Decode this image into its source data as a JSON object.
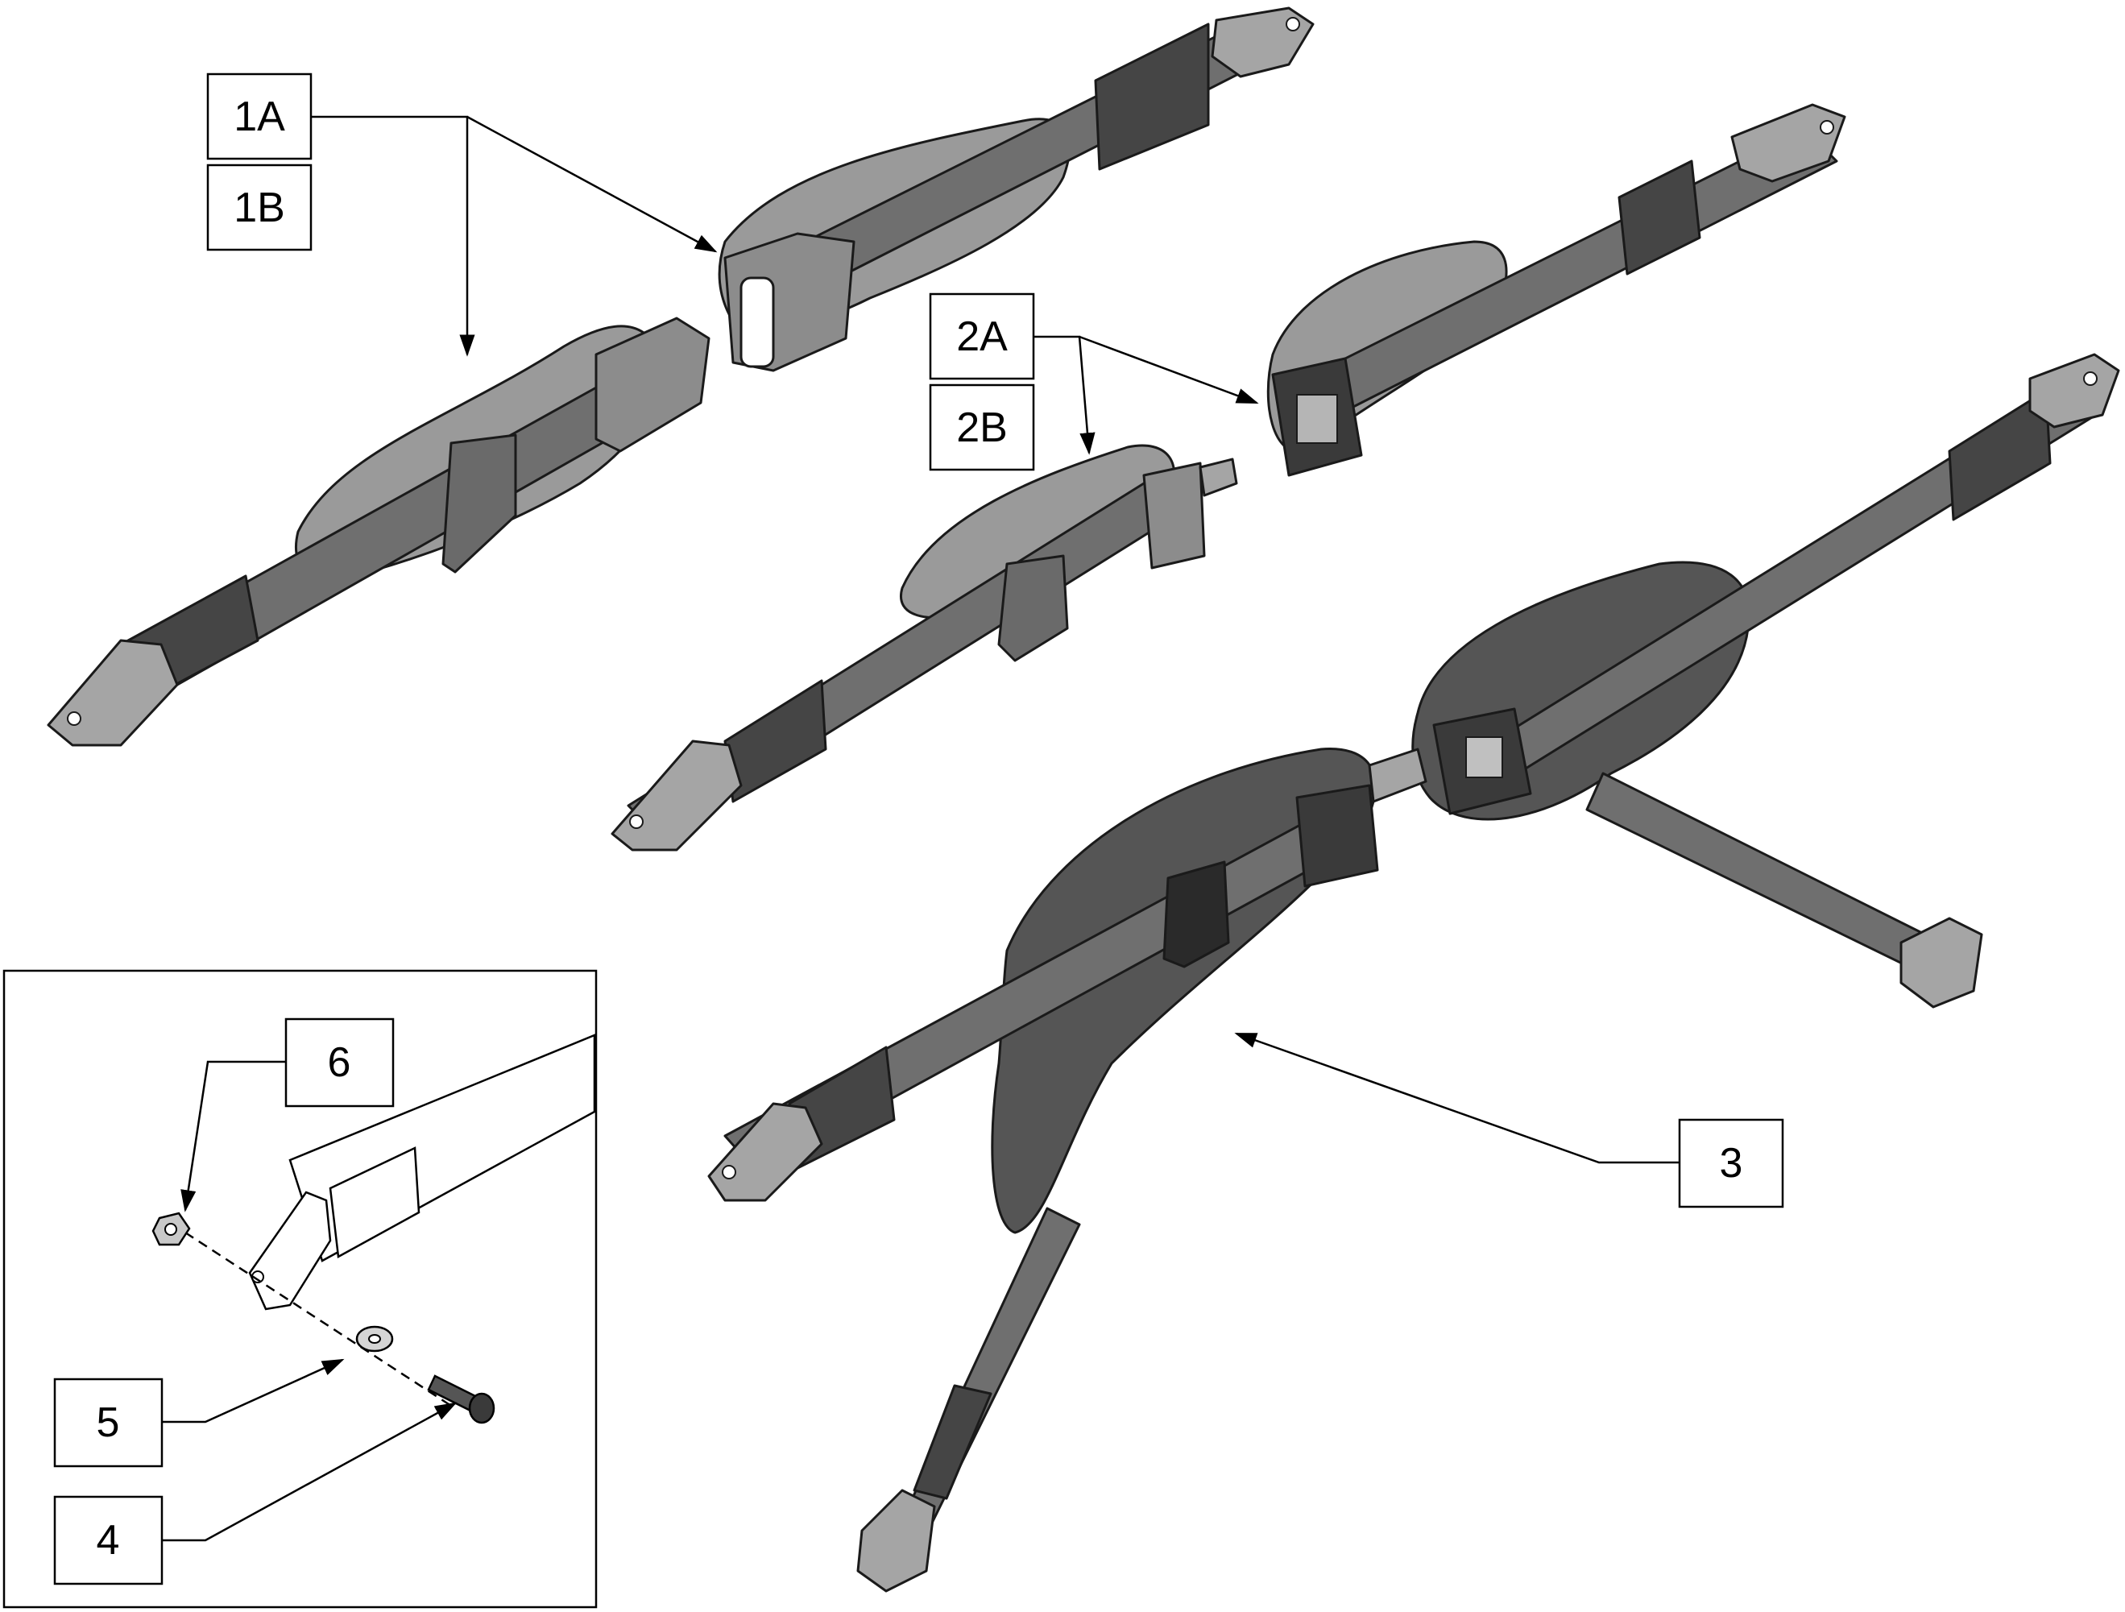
{
  "callouts": {
    "c1a": "1A",
    "c1b": "1B",
    "c2a": "2A",
    "c2b": "2B",
    "c3": "3",
    "c4": "4",
    "c5": "5",
    "c6": "6"
  },
  "colors": {
    "strap": "#6f6f6f",
    "pad": "#9a9a9a",
    "velcro": "#454545",
    "outline": "#1a1a1a"
  }
}
